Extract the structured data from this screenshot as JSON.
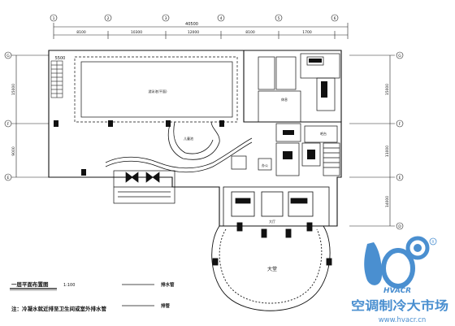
{
  "drawing": {
    "overall_dim": "40500",
    "top_dims": [
      "8100",
      "10300",
      "12000",
      "8100",
      "1700"
    ],
    "left_dims": [
      "15000",
      "9000"
    ],
    "right_dims": [
      "15000",
      "11000",
      "14000"
    ],
    "axes_left": [
      "G",
      "F",
      "E"
    ],
    "axes_right": [
      "G",
      "F",
      "E",
      "D"
    ],
    "axes_top": [
      "1",
      "2",
      "3",
      "4",
      "5",
      "6"
    ],
    "small_dim": "5500",
    "rooms": {
      "pool": "游泳池(平面)",
      "kids_pool": "儿童池",
      "great_hall": "大堂",
      "lobby_lower": "大厅",
      "rest": "休息",
      "bar": "吧台",
      "office": "办公"
    }
  },
  "title_block": {
    "title": "一层平面布置图",
    "scale": "1:100",
    "note": "注：冷凝水就近排至卫生间或室外排水管"
  },
  "legend": [
    {
      "label": "排水管"
    },
    {
      "label": "排管"
    }
  ],
  "watermark": {
    "brand": "HVACR",
    "registered": "R",
    "cn_name": "空调制冷大市场",
    "url": "www.hvacr.cn",
    "color": "#4a8fd0"
  }
}
